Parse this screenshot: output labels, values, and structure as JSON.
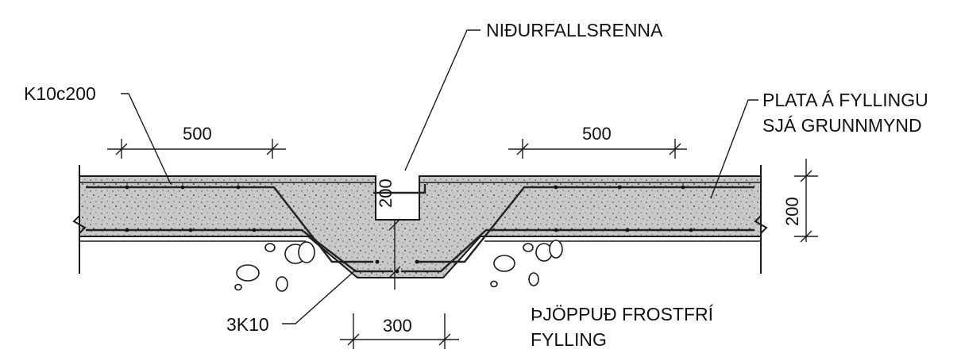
{
  "labels": {
    "drain": "NIÐURFALLSRENNA",
    "rebar_top": "K10c200",
    "slab_line1": "PLATA Á FYLLINGU",
    "slab_line2": "SJÁ GRUNNMYND",
    "rebar_bottom": "3K10",
    "fill_line1": "ÞJÖPPUÐ FROSTFRÍ",
    "fill_line2": "FYLLING"
  },
  "dimensions": {
    "left_span": "500",
    "right_span": "500",
    "drain_depth": "200",
    "slab_thickness": "200",
    "bottom_width": "300"
  }
}
